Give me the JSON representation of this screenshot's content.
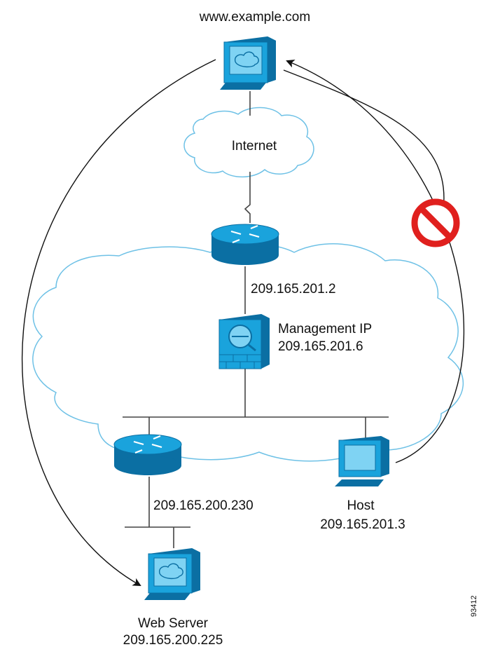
{
  "labels": {
    "top_host": "www.example.com",
    "internet": "Internet",
    "outer_router_ip": "209.165.201.2",
    "mgmt_label": "Management IP",
    "mgmt_ip": "209.165.201.6",
    "inner_router_ip": "209.165.200.230",
    "host_label": "Host",
    "host_ip": "209.165.201.3",
    "web_label": "Web Server",
    "web_ip": "209.165.200.225",
    "figure_id": "93412"
  },
  "colors": {
    "device_blue": "#1aa3dc",
    "device_dark": "#0b6fa3",
    "cloud_outline": "#6ec1e6",
    "line": "#444444",
    "prohibit": "#e0201e"
  },
  "icons": {
    "top_host": "web-server-icon",
    "outer_router": "router-icon",
    "firewall": "firewall-icon",
    "inner_router": "router-icon",
    "host": "workstation-icon",
    "web_server": "web-server-icon",
    "blocked": "prohibited-icon"
  }
}
